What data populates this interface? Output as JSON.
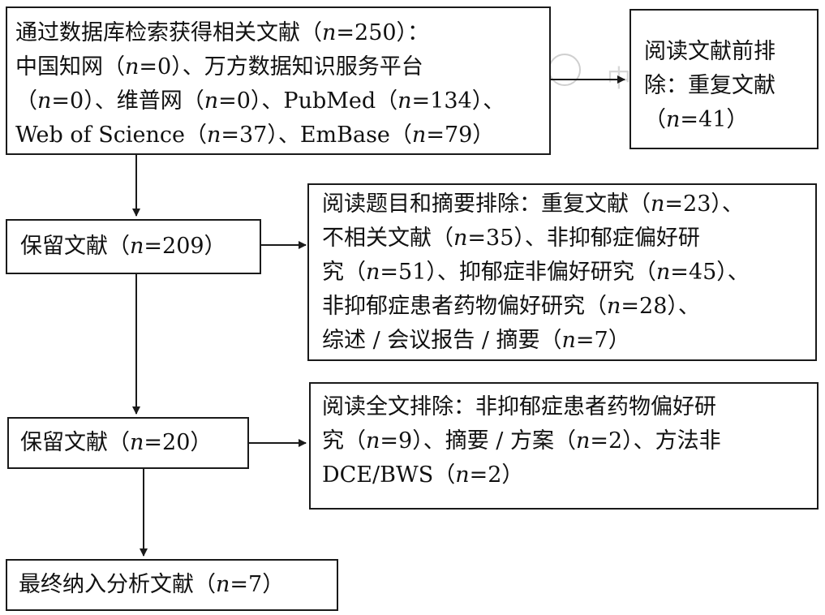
{
  "identification": {
    "lines": [
      "通过数据库检索获得相关文献（n=250）：",
      "中国知网（n=0）、万方数据知识服务平台",
      "（n=0）、维普网（n=0）、PubMed（n=134）、",
      "Web of Science（n=37）、EmBase（n=79）"
    ]
  },
  "exclusion_before_reading": {
    "lines": [
      "阅读文献前排",
      "除：重复文献",
      "（n=41）"
    ]
  },
  "retained_1": {
    "label": "保留文献（n=209）"
  },
  "exclusion_title_abstract": {
    "lines": [
      "阅读题目和摘要排除：重复文献（n=23）、",
      "不相关文献（n=35）、非抑郁症偏好研",
      "究（n=51）、抑郁症非偏好研究（n=45）、",
      "非抑郁症患者药物偏好研究（n=28）、",
      "综述 / 会议报告 / 摘要（n=7）"
    ]
  },
  "retained_2": {
    "label": "保留文献（n=20）"
  },
  "exclusion_full_text": {
    "lines": [
      "阅读全文排除：非抑郁症患者药物偏好研",
      "究（n=9）、摘要 / 方案（n=2）、方法非",
      "DCE/BWS（n=2）"
    ]
  },
  "final": {
    "label": "最终纳入分析文献（n=7）"
  },
  "watermark": {
    "text": "中华医学会"
  },
  "colors": {
    "stroke": "#1a1a1a",
    "text": "#111111",
    "background": "#ffffff"
  }
}
